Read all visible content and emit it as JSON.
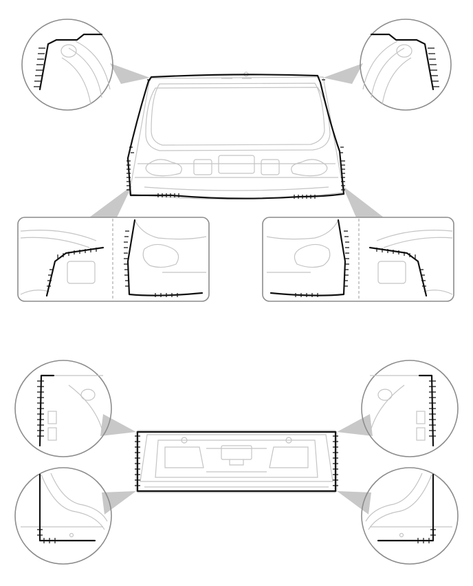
{
  "figure": {
    "description_labels": [],
    "colors": {
      "seal_line": "#111111",
      "callout_border": "#8c8c8c",
      "panel_lines": "#c4c4c4",
      "leader_wedge": "#c8c8c8",
      "background": "#ffffff"
    }
  },
  "components": {
    "upper_view": [
      "rear-hatch-panel",
      "top-left-callout",
      "top-right-callout",
      "bottom-left-callout",
      "bottom-right-callout"
    ],
    "lower_view": [
      "tailgate-panel",
      "upper-left-callout",
      "upper-right-callout",
      "lower-left-callout",
      "lower-right-callout"
    ]
  }
}
